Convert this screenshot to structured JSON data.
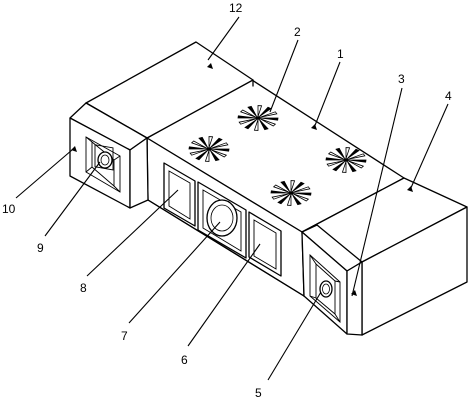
{
  "labels": {
    "l1": "1",
    "l2": "2",
    "l3": "3",
    "l4": "4",
    "l5": "5",
    "l6": "6",
    "l7": "7",
    "l8": "8",
    "l9": "9",
    "l10": "10",
    "l12": "12"
  }
}
